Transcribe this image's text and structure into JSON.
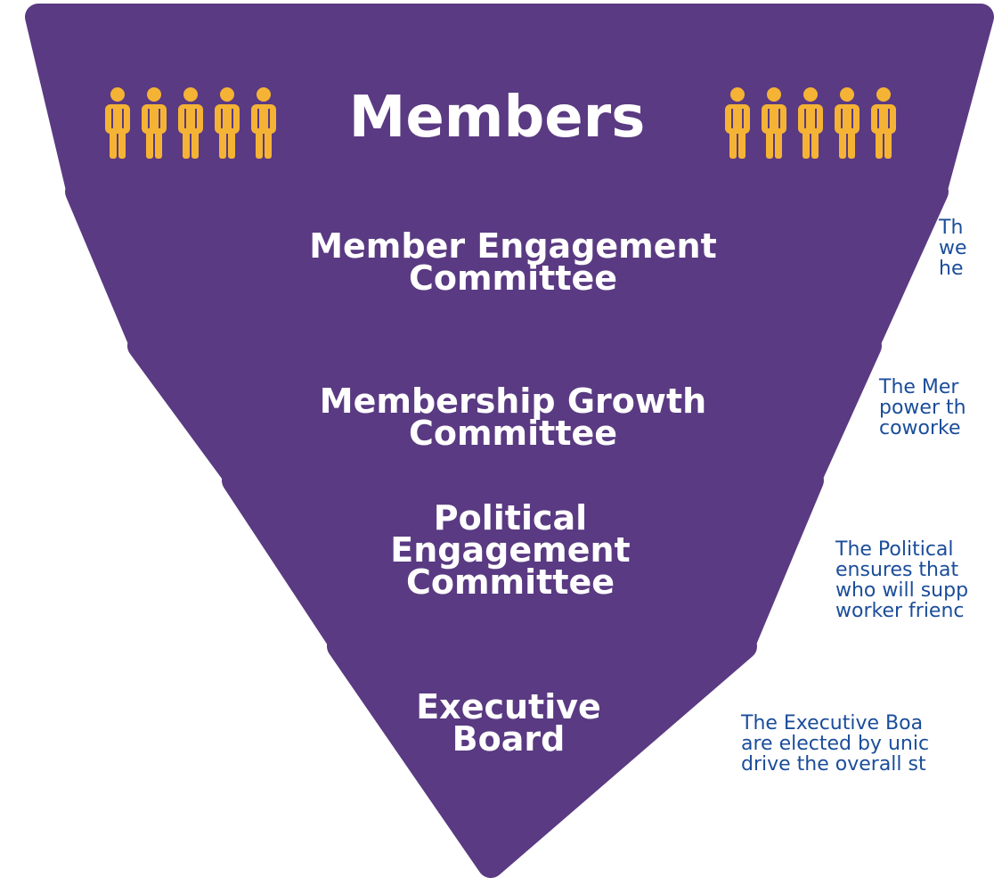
{
  "colors": {
    "funnel_fill": "#5a3a82",
    "divider": "#ffffff",
    "person_icon": "#f5b335",
    "label_text": "#ffffff",
    "description_text": "#1b4d9a"
  },
  "top": {
    "title": "Members",
    "icon": "person-icon",
    "icons_per_side": 5
  },
  "tiers": [
    {
      "lines": [
        "Member Engagement",
        "Committee"
      ]
    },
    {
      "lines": [
        "Membership Growth",
        "Committee"
      ]
    },
    {
      "lines": [
        "Political",
        "Engagement",
        "Committee"
      ]
    },
    {
      "lines": [
        "Executive",
        "Board"
      ]
    }
  ],
  "descriptions": [
    {
      "lines": [
        "Th",
        "we",
        "he"
      ]
    },
    {
      "lines": [
        "The Mer",
        "power th",
        "coworke"
      ]
    },
    {
      "lines": [
        "The Political",
        "ensures that",
        "who will supp",
        "worker frienc"
      ]
    },
    {
      "lines": [
        "The Executive Boa",
        "are elected by unic",
        "drive the overall st"
      ]
    }
  ]
}
